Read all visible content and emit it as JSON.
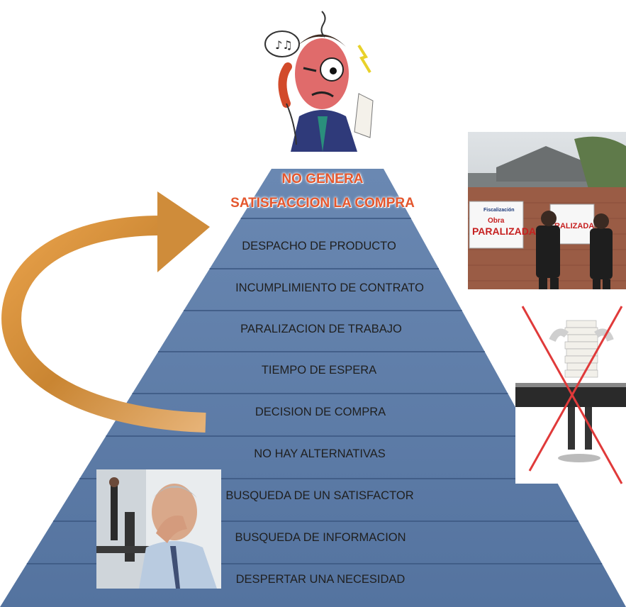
{
  "pyramid": {
    "apex_title": [
      "NO GENERA",
      "SATISFACCION LA COMPRA"
    ],
    "levels": [
      "DESPACHO DE PRODUCTO",
      "INCUMPLIMIENTO DE CONTRATO",
      "PARALIZACION DE TRABAJO",
      "TIEMPO DE ESPERA",
      "DECISION DE COMPRA",
      "NO HAY ALTERNATIVAS",
      "BUSQUEDA DE UN SATISFACTOR",
      "BUSQUEDA DE INFORMACION",
      "DESPERTAR UNA NECESIDAD"
    ]
  },
  "sign": {
    "header": "Fiscalización",
    "line1": "Obra",
    "line2": "PARALIZADA"
  },
  "colors": {
    "pyramid_fill": "#5b7aa6",
    "pyramid_top": "#6a88b2",
    "divider": "#3e5a84",
    "title": "#e4572e",
    "arrow": "#d3913f"
  },
  "icons": {
    "top": "stressed-man-on-phone-illustration",
    "right_top": "paralyzed-construction-photo",
    "right_mid": "crossed-out-paperwork-photo",
    "bottom_left": "frustrated-businessman-photo",
    "arrow": "curved-feedback-arrow"
  }
}
